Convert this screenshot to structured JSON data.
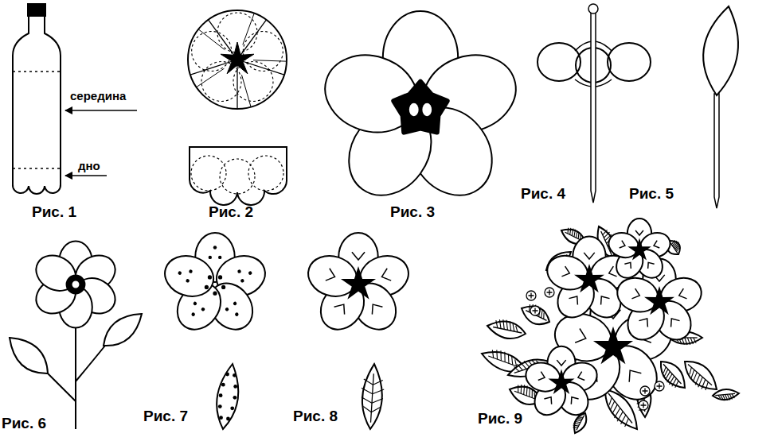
{
  "diagram": {
    "labels": [
      "середина",
      "дно",
      "Рис. 1",
      "Рис. 2",
      "Рис. 3",
      "Рис. 4",
      "Рис. 5",
      "Рис. 6",
      "Рис. 7",
      "Рис. 8",
      "Рис. 9"
    ]
  }
}
